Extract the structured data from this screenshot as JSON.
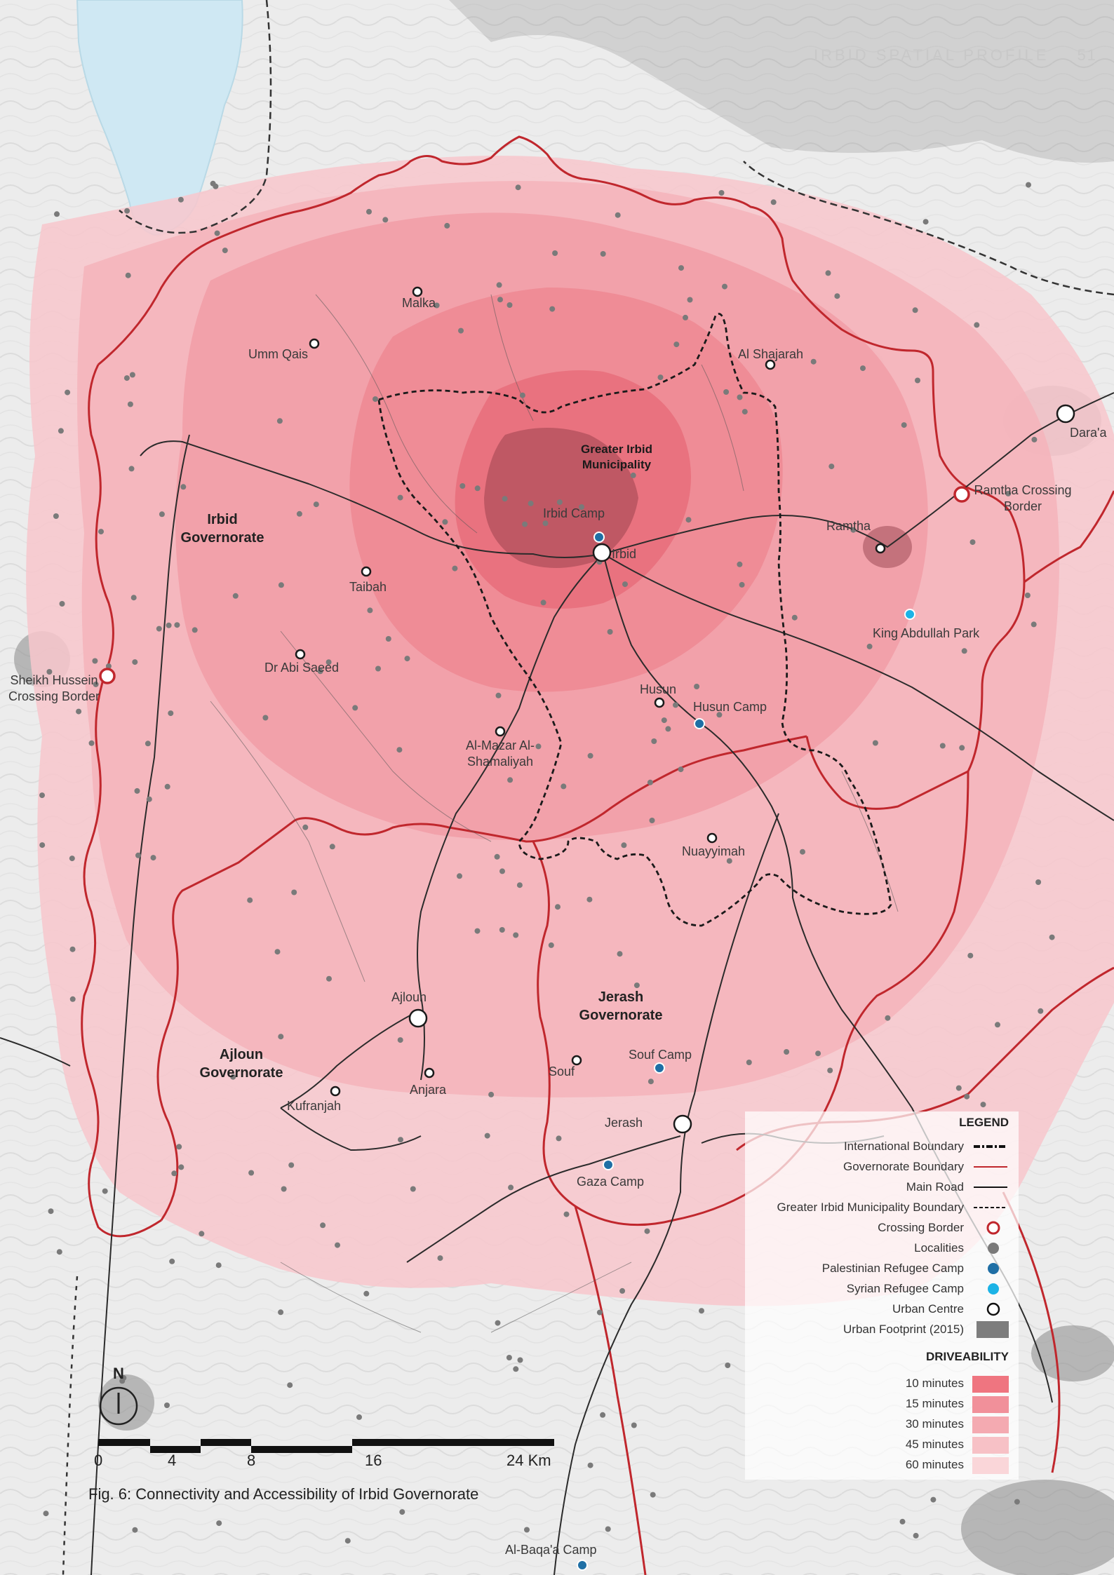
{
  "header": {
    "title": "IRBID SPATIAL PROFILE",
    "page_number": "51"
  },
  "places": {
    "malka": "Malka",
    "umm_qais": "Umm Qais",
    "al_shajarah": "Al Shajarah",
    "daraa": "Dara'a",
    "ramtha_crossing_1": "Ramtha Crossing",
    "ramtha_crossing_2": "Border",
    "ramtha": "Ramtha",
    "irbid_camp": "Irbid Camp",
    "irbid": "Irbid",
    "taibah": "Taibah",
    "king_abdullah_park": "King Abdullah Park",
    "dr_abi_saeed": "Dr Abi Saeed",
    "sheikh_hussein_1": "Sheikh Hussein",
    "sheikh_hussein_2": "Crossing Border",
    "husun": "Husun",
    "husun_camp": "Husun Camp",
    "al_mazar_1": "Al-Mazar Al-",
    "al_mazar_2": "Shamaliyah",
    "nuayyimah": "Nuayyimah",
    "ajloun": "Ajloun",
    "anjara": "Anjara",
    "kufranjah": "Kufranjah",
    "souf": "Souf",
    "souf_camp": "Souf Camp",
    "jerash": "Jerash",
    "gaza_camp": "Gaza Camp",
    "al_baqaa_camp": "Al-Baqa'a Camp"
  },
  "governorates": {
    "irbid_1": "Irbid",
    "irbid_2": "Governorate",
    "ajloun_1": "Ajloun",
    "ajloun_2": "Governorate",
    "jerash_1": "Jerash",
    "jerash_2": "Governorate",
    "greater_irbid_1": "Greater Irbid",
    "greater_irbid_2": "Municipality"
  },
  "legend": {
    "title": "LEGEND",
    "items": [
      {
        "label": "International Boundary",
        "symbol": "international-boundary"
      },
      {
        "label": "Governorate Boundary",
        "symbol": "governorate-boundary"
      },
      {
        "label": "Main Road",
        "symbol": "main-road"
      },
      {
        "label": "Greater Irbid Municipality Boundary",
        "symbol": "municipality-boundary"
      },
      {
        "label": "Crossing Border",
        "symbol": "crossing-border"
      },
      {
        "label": "Localities",
        "symbol": "locality-dot"
      },
      {
        "label": "Palestinian Refugee Camp",
        "symbol": "palestinian-camp-dot"
      },
      {
        "label": "Syrian Refugee Camp",
        "symbol": "syrian-camp-dot"
      },
      {
        "label": "Urban Centre",
        "symbol": "urban-centre"
      },
      {
        "label": "Urban Footprint (2015)",
        "symbol": "urban-footprint"
      }
    ],
    "driveability_title": "DRIVEABILITY",
    "driveability": [
      {
        "label": "10 minutes",
        "color": "#ef7580"
      },
      {
        "label": "15 minutes",
        "color": "#f1909a"
      },
      {
        "label": "30 minutes",
        "color": "#f4aab1"
      },
      {
        "label": "45 minutes",
        "color": "#f7c1c6"
      },
      {
        "label": "60 minutes",
        "color": "#fad6d9"
      }
    ]
  },
  "scale": {
    "ticks": [
      "0",
      "4",
      "8",
      "16",
      "24 Km"
    ]
  },
  "north_label": "N",
  "caption": "Fig. 6: Connectivity and Accessibility of Irbid Governorate",
  "colors": {
    "governorate_boundary": "#c0272d",
    "road": "#2b2b2b",
    "palestinian_camp": "#1f6fa5",
    "syrian_camp": "#1cb3e6",
    "locality": "#7a7a7a",
    "water": "#cfe8f3",
    "urban_footprint": "#7d7d7d"
  }
}
